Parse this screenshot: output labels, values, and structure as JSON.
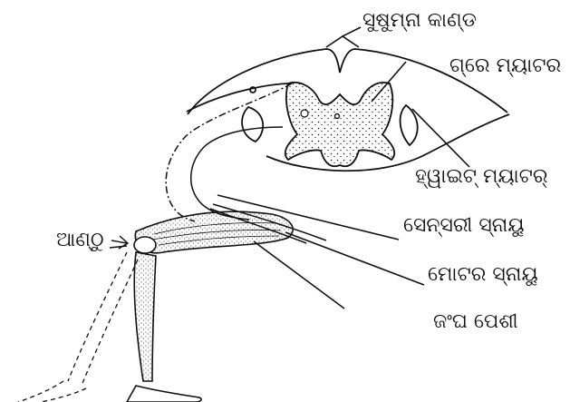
{
  "labels": {
    "spinal_cord": "ସୁଷୁମ୍ନା କାଣ୍ଡ",
    "grey_matter": "ଗ୍ରେ ମ୍ୟାଟର",
    "white_matter": "ହ୍ୱାଇଟ୍ ମ୍ୟାଟର୍",
    "sensory_nerve": "ସେନ୍‌ସରୀ ସ୍ନାୟୁ",
    "motor_nerve": "ମୋଟର ସ୍ନାୟୁ",
    "thigh_muscle": "ଜଂଘ ପେଶୀ",
    "knee": "ଆଣ୍ଠୁ"
  },
  "colors": {
    "ink": "#111111",
    "background": "#ffffff"
  }
}
